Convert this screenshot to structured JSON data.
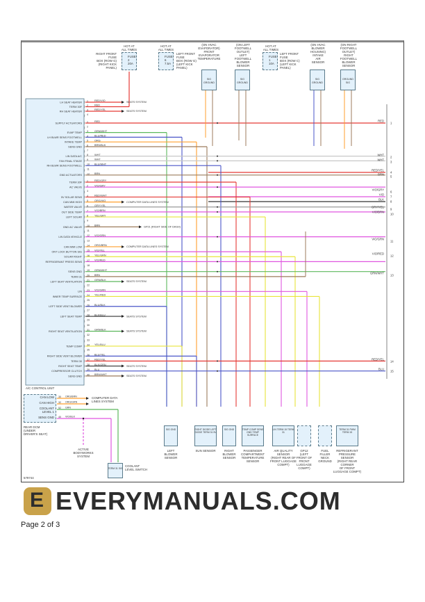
{
  "colors": {
    "RED": "#e53935",
    "VIO": "#e056e0",
    "GRN": "#5cb85c",
    "BLU": "#4a55c8",
    "ORG": "#ff9f2e",
    "BRN": "#9c7b5c",
    "YEL": "#e8e43a",
    "WHT": "#c8c8c8",
    "GRY": "#9a9a9a",
    "BLK": "#333333"
  },
  "control_unit": {
    "name": "A/C CONTROL UNIT"
  },
  "sections": [
    {
      "rows": [
        {
          "pin": "1",
          "label": "LH SEAT HEATER",
          "wire": "RED/VIO",
          "dest": "arrow",
          "dest_label": "SEATS\nSYSTEM"
        },
        {
          "pin": "2",
          "label": "TERM 30F",
          "wire": "RED",
          "dest": "fuse"
        },
        {
          "pin": "3",
          "label": "RH SEAT HEATER",
          "wire": "RED/YEL",
          "dest": "arrow",
          "dest_label": "SEATS\nSYSTEM"
        },
        {
          "pin": "4",
          "label": "",
          "wire": ""
        }
      ]
    },
    {
      "rows": [
        {
          "pin": "1",
          "label": "SUPPLY ACTUATORS",
          "wire": "RED",
          "dest": "right",
          "rpin": "1"
        },
        {
          "pin": "2",
          "label": "",
          "wire": ""
        },
        {
          "pin": "3",
          "label": "EVAP TEMP",
          "wire": "GRN/WHT",
          "dest": "drop"
        },
        {
          "pin": "4",
          "label": "LH BLWR SENS FOOTWELL",
          "wire": "BLU/RED",
          "dest": "drop"
        },
        {
          "pin": "5",
          "label": "INTAKE TEMP",
          "wire": "ORG",
          "dest": "drop"
        },
        {
          "pin": "6",
          "label": "SENS GND",
          "wire": "BRN/BLK",
          "dest": "drop"
        },
        {
          "pin": "7",
          "label": "",
          "wire": ""
        },
        {
          "pin": "8",
          "label": "LIN DATA A/C",
          "wire": "WHT",
          "dest": "right",
          "rpin": "2"
        },
        {
          "pin": "9",
          "label": "FAN FINAL STAGE",
          "wire": "WHT",
          "dest": "right",
          "rpin": "3"
        },
        {
          "pin": "10",
          "label": "RH BLWR SENS FOOTWELL",
          "wire": "BLU/WHT",
          "dest": "drop"
        },
        {
          "pin": "11",
          "label": "",
          "wire": ""
        },
        {
          "pin": "12",
          "label": "GND ACTUATORS",
          "wire": "BRN",
          "dest": "right",
          "rpin": "5"
        }
      ]
    },
    {
      "rows": [
        {
          "pin": "1",
          "label": "TERM 30F",
          "wire": "RED/GRY",
          "dest": "drop"
        },
        {
          "pin": "2",
          "label": "AC VALVE",
          "wire": "VIO/GRY",
          "dest": "right",
          "rpin": "6"
        },
        {
          "pin": "3",
          "label": "",
          "wire": ""
        },
        {
          "pin": "4",
          "label": "5V SOLAR SENS",
          "wire": "RED/WHT",
          "dest": "drop"
        },
        {
          "pin": "5",
          "label": "CAN MMI HIGH",
          "wire": "ORG/VIO",
          "dest": "arrow",
          "dest_label": "COMPUTER DATA\nLINES SYSTEM"
        },
        {
          "pin": "6",
          "label": "WATER VALVE",
          "wire": "GRY/YEL",
          "dest": "right",
          "rpin": "9"
        },
        {
          "pin": "7",
          "label": "OUT SIDE TEMP",
          "wire": "VIO/BRN",
          "dest": "right",
          "rpin": "10"
        },
        {
          "pin": "8",
          "label": "LEFT SOLAR",
          "wire": "YEL/GRY",
          "dest": "drop"
        },
        {
          "pin": "9",
          "label": "",
          "wire": ""
        },
        {
          "pin": "10",
          "label": "GND AC VALVE",
          "wire": "BRN",
          "dest": "splice",
          "dest_label": "GP21\n(RIGHT SIDE OF DASH)"
        },
        {
          "pin": "11",
          "label": "",
          "wire": ""
        },
        {
          "pin": "12",
          "label": "LIN DATA VEHICLE",
          "wire": "VIO/GRN",
          "dest": "right",
          "rpin": "11"
        },
        {
          "pin": "13",
          "label": "",
          "wire": ""
        },
        {
          "pin": "14",
          "label": "CAN MMI LOW",
          "wire": "ORG/BRN",
          "dest": "arrow",
          "dest_label": "COMPUTER DATA LINES SYSTEM"
        },
        {
          "pin": "15",
          "label": "ONT LOCK BUTTON SIG",
          "wire": "VIO/YEL",
          "dest": "drop"
        },
        {
          "pin": "16",
          "label": "SOLAR RIGHT",
          "wire": "YEL/GRN",
          "dest": "drop"
        },
        {
          "pin": "17",
          "label": "REFRIGERANT PRESS SENS",
          "wire": "VIO/RED",
          "dest": "right",
          "rpin": "12"
        },
        {
          "pin": "18",
          "label": "",
          "wire": ""
        },
        {
          "pin": "19",
          "label": "SENS GND",
          "wire": "GRN/WHT",
          "dest": "right",
          "rpin": "13"
        },
        {
          "pin": "20",
          "label": "TERM 31",
          "wire": "BRN",
          "dest": "ground"
        },
        {
          "pin": "21",
          "label": "LEFT SEAT VENTILATION",
          "wire": "GRN/BLK",
          "dest": "arrow",
          "dest_label": "SEATS\nSYSTEM"
        },
        {
          "pin": "22",
          "label": "",
          "wire": ""
        },
        {
          "pin": "23",
          "label": "LIN",
          "wire": "VIO/GRN",
          "dest": "drop"
        },
        {
          "pin": "24",
          "label": "INNER TEMP SURFACE",
          "wire": "YEL/RED",
          "dest": "drop"
        },
        {
          "pin": "25",
          "label": "",
          "wire": ""
        },
        {
          "pin": "26",
          "label": "LEFT SIDE VENT BLOWER",
          "wire": "BLU/BLK",
          "dest": "drop"
        },
        {
          "pin": "27",
          "label": "",
          "wire": ""
        },
        {
          "pin": "28",
          "label": "LEFT SEAT TEMP",
          "wire": "BLK/BLU",
          "dest": "arrow",
          "dest_label": "SEATS\nSYSTEM"
        },
        {
          "pin": "29",
          "label": "",
          "wire": ""
        },
        {
          "pin": "30",
          "label": "",
          "wire": ""
        },
        {
          "pin": "31",
          "label": "RIGHT SEAT VENTILATION",
          "wire": "GRN/BLK",
          "dest": "arrow",
          "dest_label": "SEATS\nSYSTEM"
        },
        {
          "pin": "32",
          "label": "",
          "wire": ""
        },
        {
          "pin": "33",
          "label": "",
          "wire": ""
        },
        {
          "pin": "34",
          "label": "TEMP COMP",
          "wire": "YEL/BLU",
          "dest": "drop"
        },
        {
          "pin": "35",
          "label": "",
          "wire": ""
        },
        {
          "pin": "36",
          "label": "RIGHT SIDE VENT BLOWER",
          "wire": "BLU/YEL",
          "dest": "drop"
        },
        {
          "pin": "37",
          "label": "TERM 30",
          "wire": "RED/YEL",
          "dest": "right",
          "rpin": "14"
        },
        {
          "pin": "38",
          "label": "RIGHT SEAT TEMP",
          "wire": "BLK/GRN",
          "dest": "arrow",
          "dest_label": "SEATS\nSYSTEM"
        },
        {
          "pin": "39",
          "label": "COMPRESSOR CLUTCH",
          "wire": "BLU",
          "dest": "right",
          "rpin": "15"
        },
        {
          "pin": "40",
          "label": "SENS GND",
          "wire": "BRN/WHT",
          "dest": "arrow",
          "dest_label": "SEATS\nSYSTEM"
        }
      ]
    }
  ],
  "right_pins": [
    {
      "pin": "1",
      "wire": "RED"
    },
    {
      "pin": "2",
      "wire": "WHT"
    },
    {
      "pin": "3",
      "wire": "WHT"
    },
    {
      "pin": "4",
      "wire": "RED/YEL"
    },
    {
      "pin": "5",
      "wire": "BRN"
    },
    {
      "pin": "6",
      "wire": "VIO/GRY"
    },
    {
      "pin": "7",
      "wire": "VIO"
    },
    {
      "pin": "8",
      "wire": "BLK"
    },
    {
      "pin": "9",
      "wire": "GRY/YEL"
    },
    {
      "pin": "10",
      "wire": "VIO/BRN"
    },
    {
      "pin": "11",
      "wire": "VIO/GRN"
    },
    {
      "pin": "12",
      "wire": "VIO/RED"
    },
    {
      "pin": "13",
      "wire": "GRN/WHT"
    },
    {
      "pin": "14",
      "wire": "RED/YEL"
    },
    {
      "pin": "15",
      "wire": "BLU"
    }
  ],
  "top_components": [
    {
      "header": "HOT AT\nALL TIMES",
      "fuse": "FUSE\n2\n20A",
      "desc": "RIGHT FRONT\nFUSE\nBOX (ROW G)\n(RIGHT KICK\nPANEL)"
    },
    {
      "header": "HOT AT\nALL TIMES",
      "fuse": "FUSE\n6\n7.5A",
      "desc": "LEFT FRONT\nFUSE\nBOX (ROW G)\n(LEFT KICK\nPANEL)"
    },
    {
      "header": "(ON HVAC\nEVAPORATOR)\nFRONT\nEVAPORATOR\nTEMPERATURE",
      "pins": [
        "SIG",
        "GROUND"
      ]
    },
    {
      "header": "(ON LEFT\nFOOTWELL\nOUTLET)\nLEFT\nFOOTWELL\nBLOWER\nSENSOR",
      "pins": [
        "SIG",
        "GROUND"
      ]
    },
    {
      "header": "HOT AT\nALL TIMES",
      "fuse": "FUSE\n1\n10A",
      "desc": "LEFT FRONT\nFUSE\nBOX (ROW C)\n(LEFT KICK\nPANEL)"
    },
    {
      "header": "(ON HVAC\nBLOWER\nHOUSING)\nINTAKE\nAIR\nSENSOR",
      "pins": [
        "SIG",
        "GROUND"
      ]
    },
    {
      "header": "(ON RIGHT\nFOOTWELL\nOUTLET)\nRIGHT\nFOOTWELL\nBLOWER\nSENSOR",
      "pins": [
        "GROUND",
        "SIG"
      ]
    }
  ],
  "bottom_components": [
    {
      "name": "LEFT\nBLOWER\nSENSOR",
      "pins": "SIG GND"
    },
    {
      "name": "SUN SENSOR",
      "pins": "RIGHT DIODE LEFT DIODE TERM 31 5V"
    },
    {
      "name": "RIGHT\nBLOWER\nSENSOR",
      "pins": "SIG GND"
    },
    {
      "name": "PASSENGER\nCOMPARTMENT\nTEMPERATURE\nSENSOR",
      "pins": "TEMP COMP SENS GND TEMP SURFACE"
    },
    {
      "name": "AIR QUALITY\nSENSOR\n(RIGHT REAR OF\nFRONT LUGGAGE\nCOMPT)",
      "pins": "LIN TERM 15 TERM 31"
    },
    {
      "name": "GP12\n(LEFT\nFRONT OF\nFRONT\nLUGGAGE\nCOMPT)",
      "pins": ""
    },
    {
      "name": "FUEL\nFILLER\nNECK\nGROUND",
      "pins": ""
    },
    {
      "name": "REFRIGERANT\nPRESSURE\nSENSOR\n(RIGHT REAR\nCORNER\nOF FRONT\nLUGGAGE COMPT)",
      "pins": "TERM 31 PWM TERM 15"
    }
  ],
  "rear_dcm": {
    "name": "REAR DCM\n(UNDER\nDRIVER'S SEAT)",
    "rows": [
      {
        "pin": "30",
        "label": "CAN LOW",
        "wire": "ORG/BRN"
      },
      {
        "pin": "32",
        "label": "CAN HIGH",
        "wire": "ORG/GRN"
      },
      {
        "pin": "52",
        "label": "COOLANT\nLEVEL 1",
        "wire": "GRN"
      },
      {
        "pin": "40",
        "label": "SENS GND",
        "wire": "VIO/BLK"
      }
    ],
    "can_dest": "COMPUTER DATA\nLINES SYSTEM",
    "body_dest": "ACTIVE\nBODYWORKS\nSYSTEM",
    "coolant_switch": "COOLANT\nLEVEL SWITCH",
    "coolant_pins": "TERM 31 SIG"
  },
  "figure_id": "579744",
  "watermark": "EVERYMANUALS.COM",
  "footer": {
    "page": "Page 2 of 3"
  }
}
